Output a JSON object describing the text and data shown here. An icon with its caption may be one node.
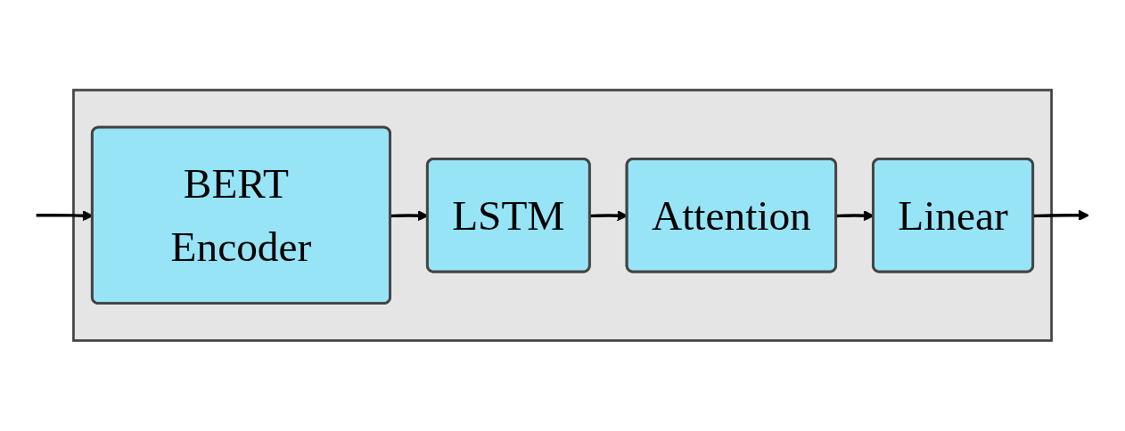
{
  "diagram": {
    "nodes": [
      {
        "text": [],
        "shape": "box"
      },
      {
        "text": [
          "BERT Encoder"
        ],
        "in": 0
      },
      {
        "text": [
          "LSTM"
        ],
        "in": 0
      },
      {
        "text": [
          "Attention"
        ],
        "in": 0
      },
      {
        "text": [
          "Linear"
        ],
        "in": 0
      }
    ],
    "edges": [
      {
        "from": null,
        "to": 1,
        "arrow": "to"
      },
      {
        "from": 1,
        "to": 2,
        "arrow": "to"
      },
      {
        "from": 2,
        "to": 3,
        "arrow": "to"
      },
      {
        "from": 3,
        "to": 4,
        "arrow": "to"
      },
      {
        "from": 4,
        "to": null,
        "arrow": "to"
      }
    ]
  }
}
